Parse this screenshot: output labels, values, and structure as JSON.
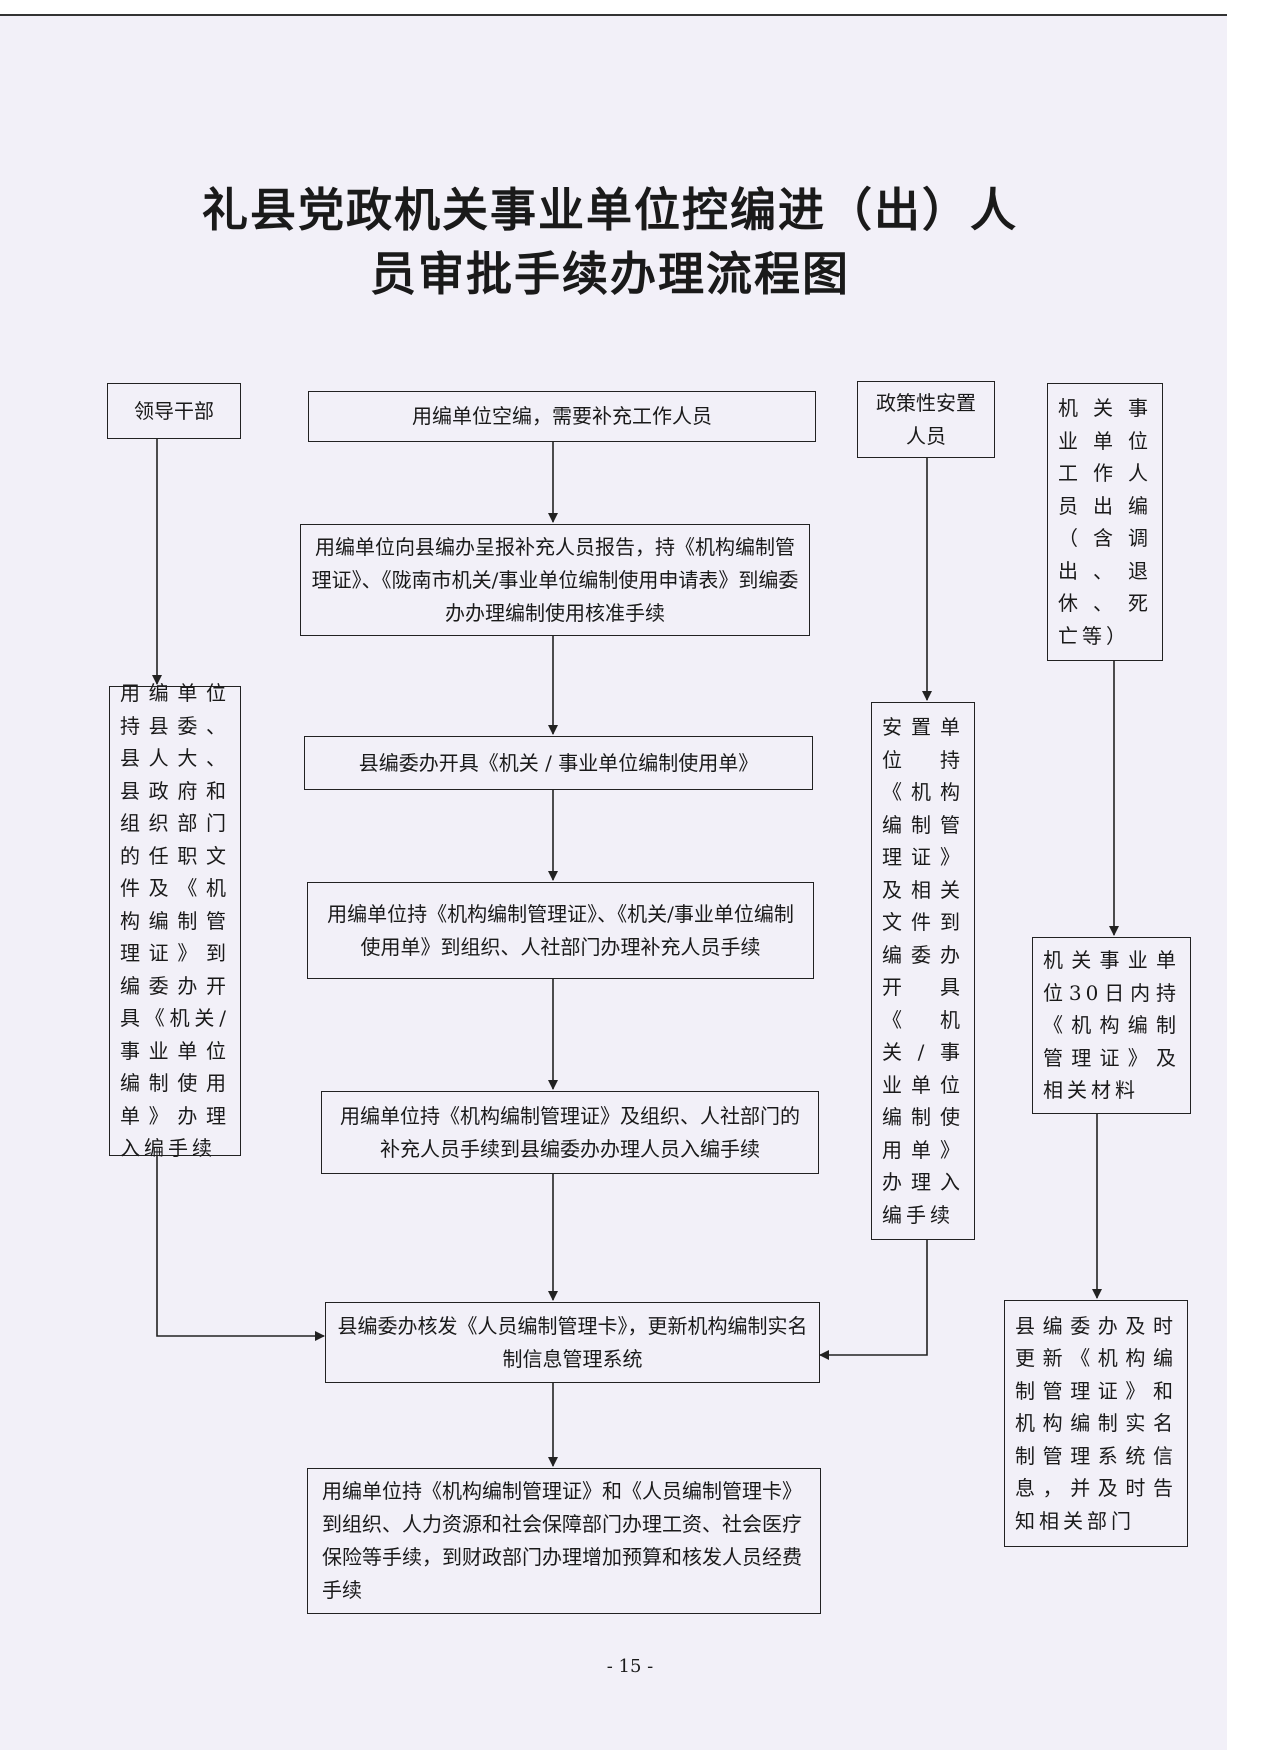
{
  "title": {
    "line1": "礼县党政机关事业单位控编进（出）人",
    "line2": "员审批手续办理流程图"
  },
  "boxes": {
    "leader": "领导干部",
    "start": "用编单位空编，需要补充工作人员",
    "policy": "政策性安置人员",
    "exit": "机关事业单位工作人员出编（含调出、退休、死亡等）",
    "report": "用编单位向县编办呈报补充人员报告，持《机构编制管理证》、《陇南市机关/事业单位编制使用申请表》到编委办办理编制使用核准手续",
    "issue_form": "县编委办开具《机关 / 事业单位编制使用单》",
    "hr_dept": "用编单位持《机构编制管理证》、《机关/事业单位编制使用单》到组织、人社部门办理补充人员手续",
    "enroll": "用编单位持《机构编制管理证》及组织、人社部门的补充人员手续到县编委办办理人员入编手续",
    "card": "县编委办核发《人员编制管理卡》，更新机构编制实名制信息管理系统",
    "finance": "用编单位持《机构编制管理证》和《人员编制管理卡》到组织、人力资源和社会保障部门办理工资、社会医疗保险等手续，到财政部门办理增加预算和核发人员经费手续",
    "leader_proc": "用编单位持县委、县人大、县政府和组织部门的任职文件及《机构编制管理证》到编委办开具《机关/事业单位编制使用单》办理入编手续",
    "policy_proc": "安置单位持《机构编制管理证》及相关文件到编委办开具《机关/事业单位编制使用单》办理入编手续",
    "exit_proc": "机关事业单位30日内持《机构编制管理证》及相关材料",
    "exit_update": "县编委办及时更新《机构编制管理证》和机构编制实名制管理系统信息，并及时告知相关部门"
  },
  "page_number": "- 15 -"
}
